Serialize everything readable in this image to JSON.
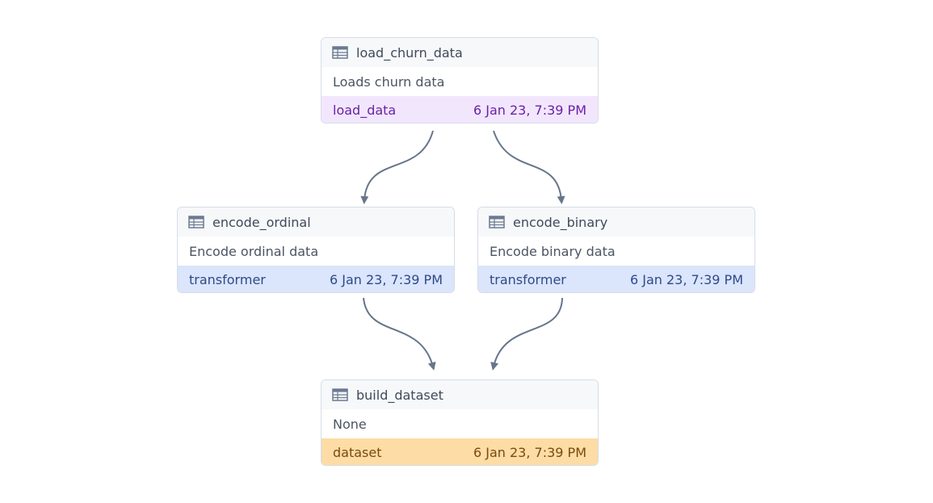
{
  "colors": {
    "edge": "#66758a",
    "purple_bg": "#f2e6fd",
    "purple_text": "#6b21a8",
    "blue_bg": "#dbe5fb",
    "blue_text": "#2f4a8a",
    "orange_bg": "#fddca6",
    "orange_text": "#7a4a0d"
  },
  "nodes": [
    {
      "title": "load_churn_data",
      "description": "Loads churn data",
      "tag": "load_data",
      "timestamp": "6 Jan 23, 7:39 PM",
      "icon": "table-icon"
    },
    {
      "title": "encode_ordinal",
      "description": "Encode ordinal data",
      "tag": "transformer",
      "timestamp": "6 Jan 23, 7:39 PM",
      "icon": "table-icon"
    },
    {
      "title": "encode_binary",
      "description": "Encode binary data",
      "tag": "transformer",
      "timestamp": "6 Jan 23, 7:39 PM",
      "icon": "table-icon"
    },
    {
      "title": "build_dataset",
      "description": "None",
      "tag": "dataset",
      "timestamp": "6 Jan 23, 7:39 PM",
      "icon": "table-icon"
    }
  ],
  "edges": [
    {
      "from": "load_churn_data",
      "to": "encode_ordinal"
    },
    {
      "from": "load_churn_data",
      "to": "encode_binary"
    },
    {
      "from": "encode_ordinal",
      "to": "build_dataset"
    },
    {
      "from": "encode_binary",
      "to": "build_dataset"
    }
  ]
}
